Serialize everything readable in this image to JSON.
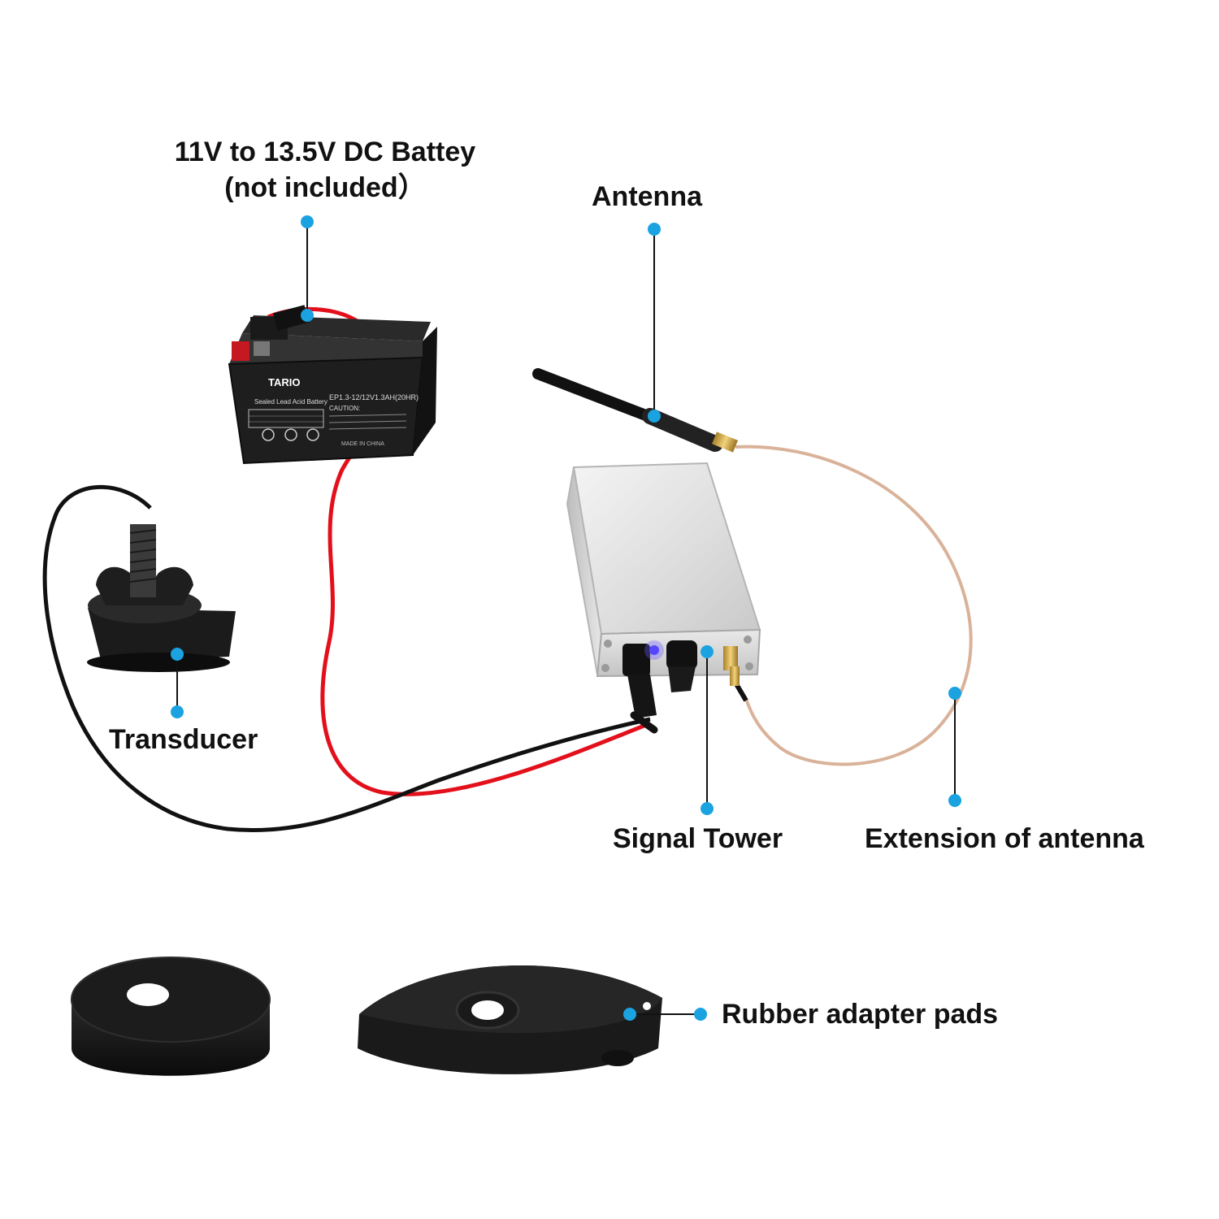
{
  "labels": {
    "battery_line1": "11V to 13.5V DC Battey",
    "battery_line2": "(not included）",
    "antenna": "Antenna",
    "transducer": "Transducer",
    "signal_tower": "Signal Tower",
    "extension": "Extension of antenna",
    "rubber_pads": "Rubber adapter pads"
  },
  "battery": {
    "brand": "TARIO",
    "model": "EP1.3-12/12V1.3AH(20HR)",
    "type": "Sealed Lead Acid Battery",
    "caution": "CAUTION:",
    "origin": "MADE IN CHINA"
  },
  "colors": {
    "callout": "#1aa3e0",
    "line": "#111111",
    "red_wire": "#e3101c",
    "black_wire": "#111111",
    "antenna_cable": "#d9b29a",
    "aluminum": "#e2e2e2"
  }
}
